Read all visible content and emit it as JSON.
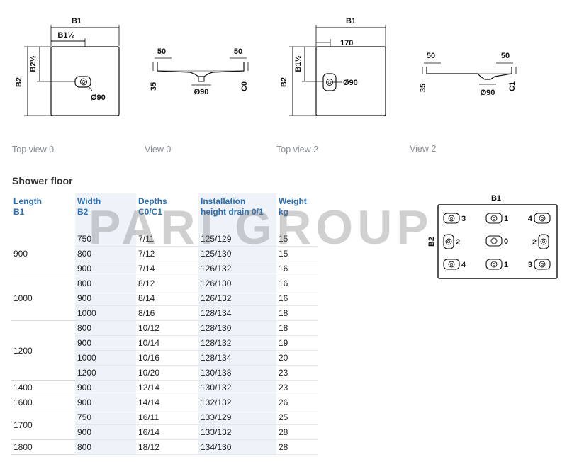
{
  "drawings": {
    "top_view_0": {
      "b1": "B1",
      "b1_half": "B1½",
      "b2": "B2",
      "b2_half": "B2½",
      "drain": "Ø90"
    },
    "view_0": {
      "left": "50",
      "right": "50",
      "depth": "35",
      "c": "C0",
      "drain": "Ø90"
    },
    "top_view_2": {
      "b1": "B1",
      "offset": "170",
      "b2": "B2",
      "b2_half": "B1½",
      "drain": "Ø90"
    },
    "view_2": {
      "left": "50",
      "right": "50",
      "depth": "35",
      "c": "C1",
      "drain": "Ø90"
    },
    "positions": {
      "b1": "B1",
      "b2": "B2",
      "labels": [
        "3",
        "1",
        "4",
        "2",
        "0",
        "2",
        "4",
        "1",
        "3"
      ]
    }
  },
  "captions": {
    "top_view_0": "Top view 0",
    "view_0": "View 0",
    "top_view_2": "Top view 2",
    "view_2": "View 2"
  },
  "section_title": "Shower floor",
  "watermark": "PARI GROUP",
  "table": {
    "headers": {
      "length": [
        "Length",
        "B1"
      ],
      "width": [
        "Width",
        "B2"
      ],
      "depths": [
        "Depths",
        "C0/C1"
      ],
      "install": [
        "Installation",
        "height drain 0/1"
      ],
      "weight": [
        "Weight",
        "kg"
      ]
    },
    "groups": [
      {
        "length": "900",
        "rows": [
          [
            "750",
            "7/11",
            "125/129",
            "15"
          ],
          [
            "800",
            "7/12",
            "125/130",
            "15"
          ],
          [
            "900",
            "7/14",
            "126/132",
            "16"
          ]
        ]
      },
      {
        "length": "1000",
        "rows": [
          [
            "800",
            "8/12",
            "126/130",
            "16"
          ],
          [
            "900",
            "8/14",
            "126/132",
            "16"
          ],
          [
            "1000",
            "8/16",
            "128/134",
            "18"
          ]
        ]
      },
      {
        "length": "1200",
        "rows": [
          [
            "800",
            "10/12",
            "128/130",
            "18"
          ],
          [
            "900",
            "10/14",
            "128/132",
            "19"
          ],
          [
            "1000",
            "10/16",
            "128/134",
            "20"
          ],
          [
            "1200",
            "10/20",
            "130/138",
            "23"
          ]
        ]
      },
      {
        "length": "1400",
        "rows": [
          [
            "900",
            "12/14",
            "130/132",
            "23"
          ]
        ]
      },
      {
        "length": "1600",
        "rows": [
          [
            "900",
            "14/14",
            "132/132",
            "26"
          ]
        ]
      },
      {
        "length": "1700",
        "rows": [
          [
            "750",
            "16/11",
            "133/129",
            "25"
          ],
          [
            "900",
            "16/14",
            "133/132",
            "28"
          ]
        ]
      },
      {
        "length": "1800",
        "rows": [
          [
            "800",
            "18/12",
            "134/130",
            "28"
          ]
        ]
      }
    ]
  }
}
